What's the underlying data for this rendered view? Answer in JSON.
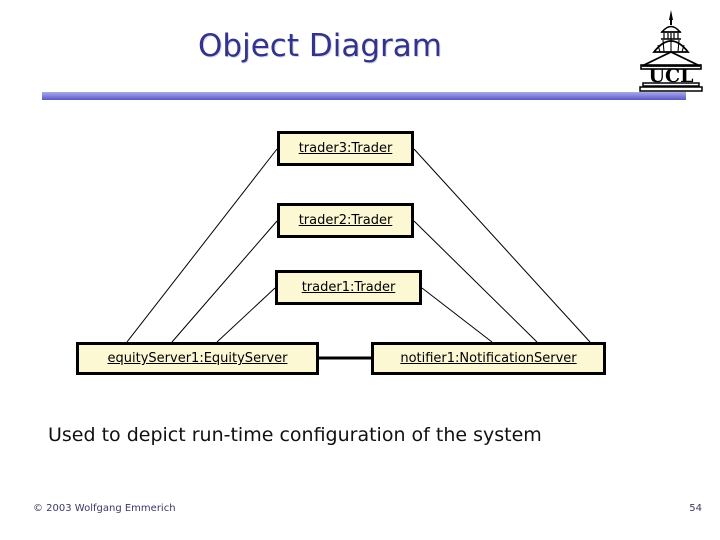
{
  "slide": {
    "title": "Object Diagram",
    "caption": "Used to depict run-time configuration of the system",
    "page_number": "54",
    "copyright": "© 2003 Wolfgang Emmerich",
    "logo_name": "UCL",
    "accent_color": "#33338b",
    "divider_color": "#7b7bd4",
    "box_fill_color": "#fbf8d3",
    "box_border_color": "#000000"
  },
  "diagram": {
    "type": "uml-object-diagram",
    "objects": [
      {
        "id": "trader3",
        "label": "trader3:Trader"
      },
      {
        "id": "trader2",
        "label": "trader2:Trader"
      },
      {
        "id": "trader1",
        "label": "trader1:Trader"
      },
      {
        "id": "equityServer1",
        "label": "equityServer1:EquityServer"
      },
      {
        "id": "notifier1",
        "label": "notifier1:NotificationServer"
      }
    ],
    "links": [
      {
        "from": "trader3",
        "to": "equityServer1"
      },
      {
        "from": "trader2",
        "to": "equityServer1"
      },
      {
        "from": "trader1",
        "to": "equityServer1"
      },
      {
        "from": "trader3",
        "to": "notifier1"
      },
      {
        "from": "trader2",
        "to": "notifier1"
      },
      {
        "from": "trader1",
        "to": "notifier1"
      },
      {
        "from": "equityServer1",
        "to": "notifier1"
      }
    ]
  }
}
